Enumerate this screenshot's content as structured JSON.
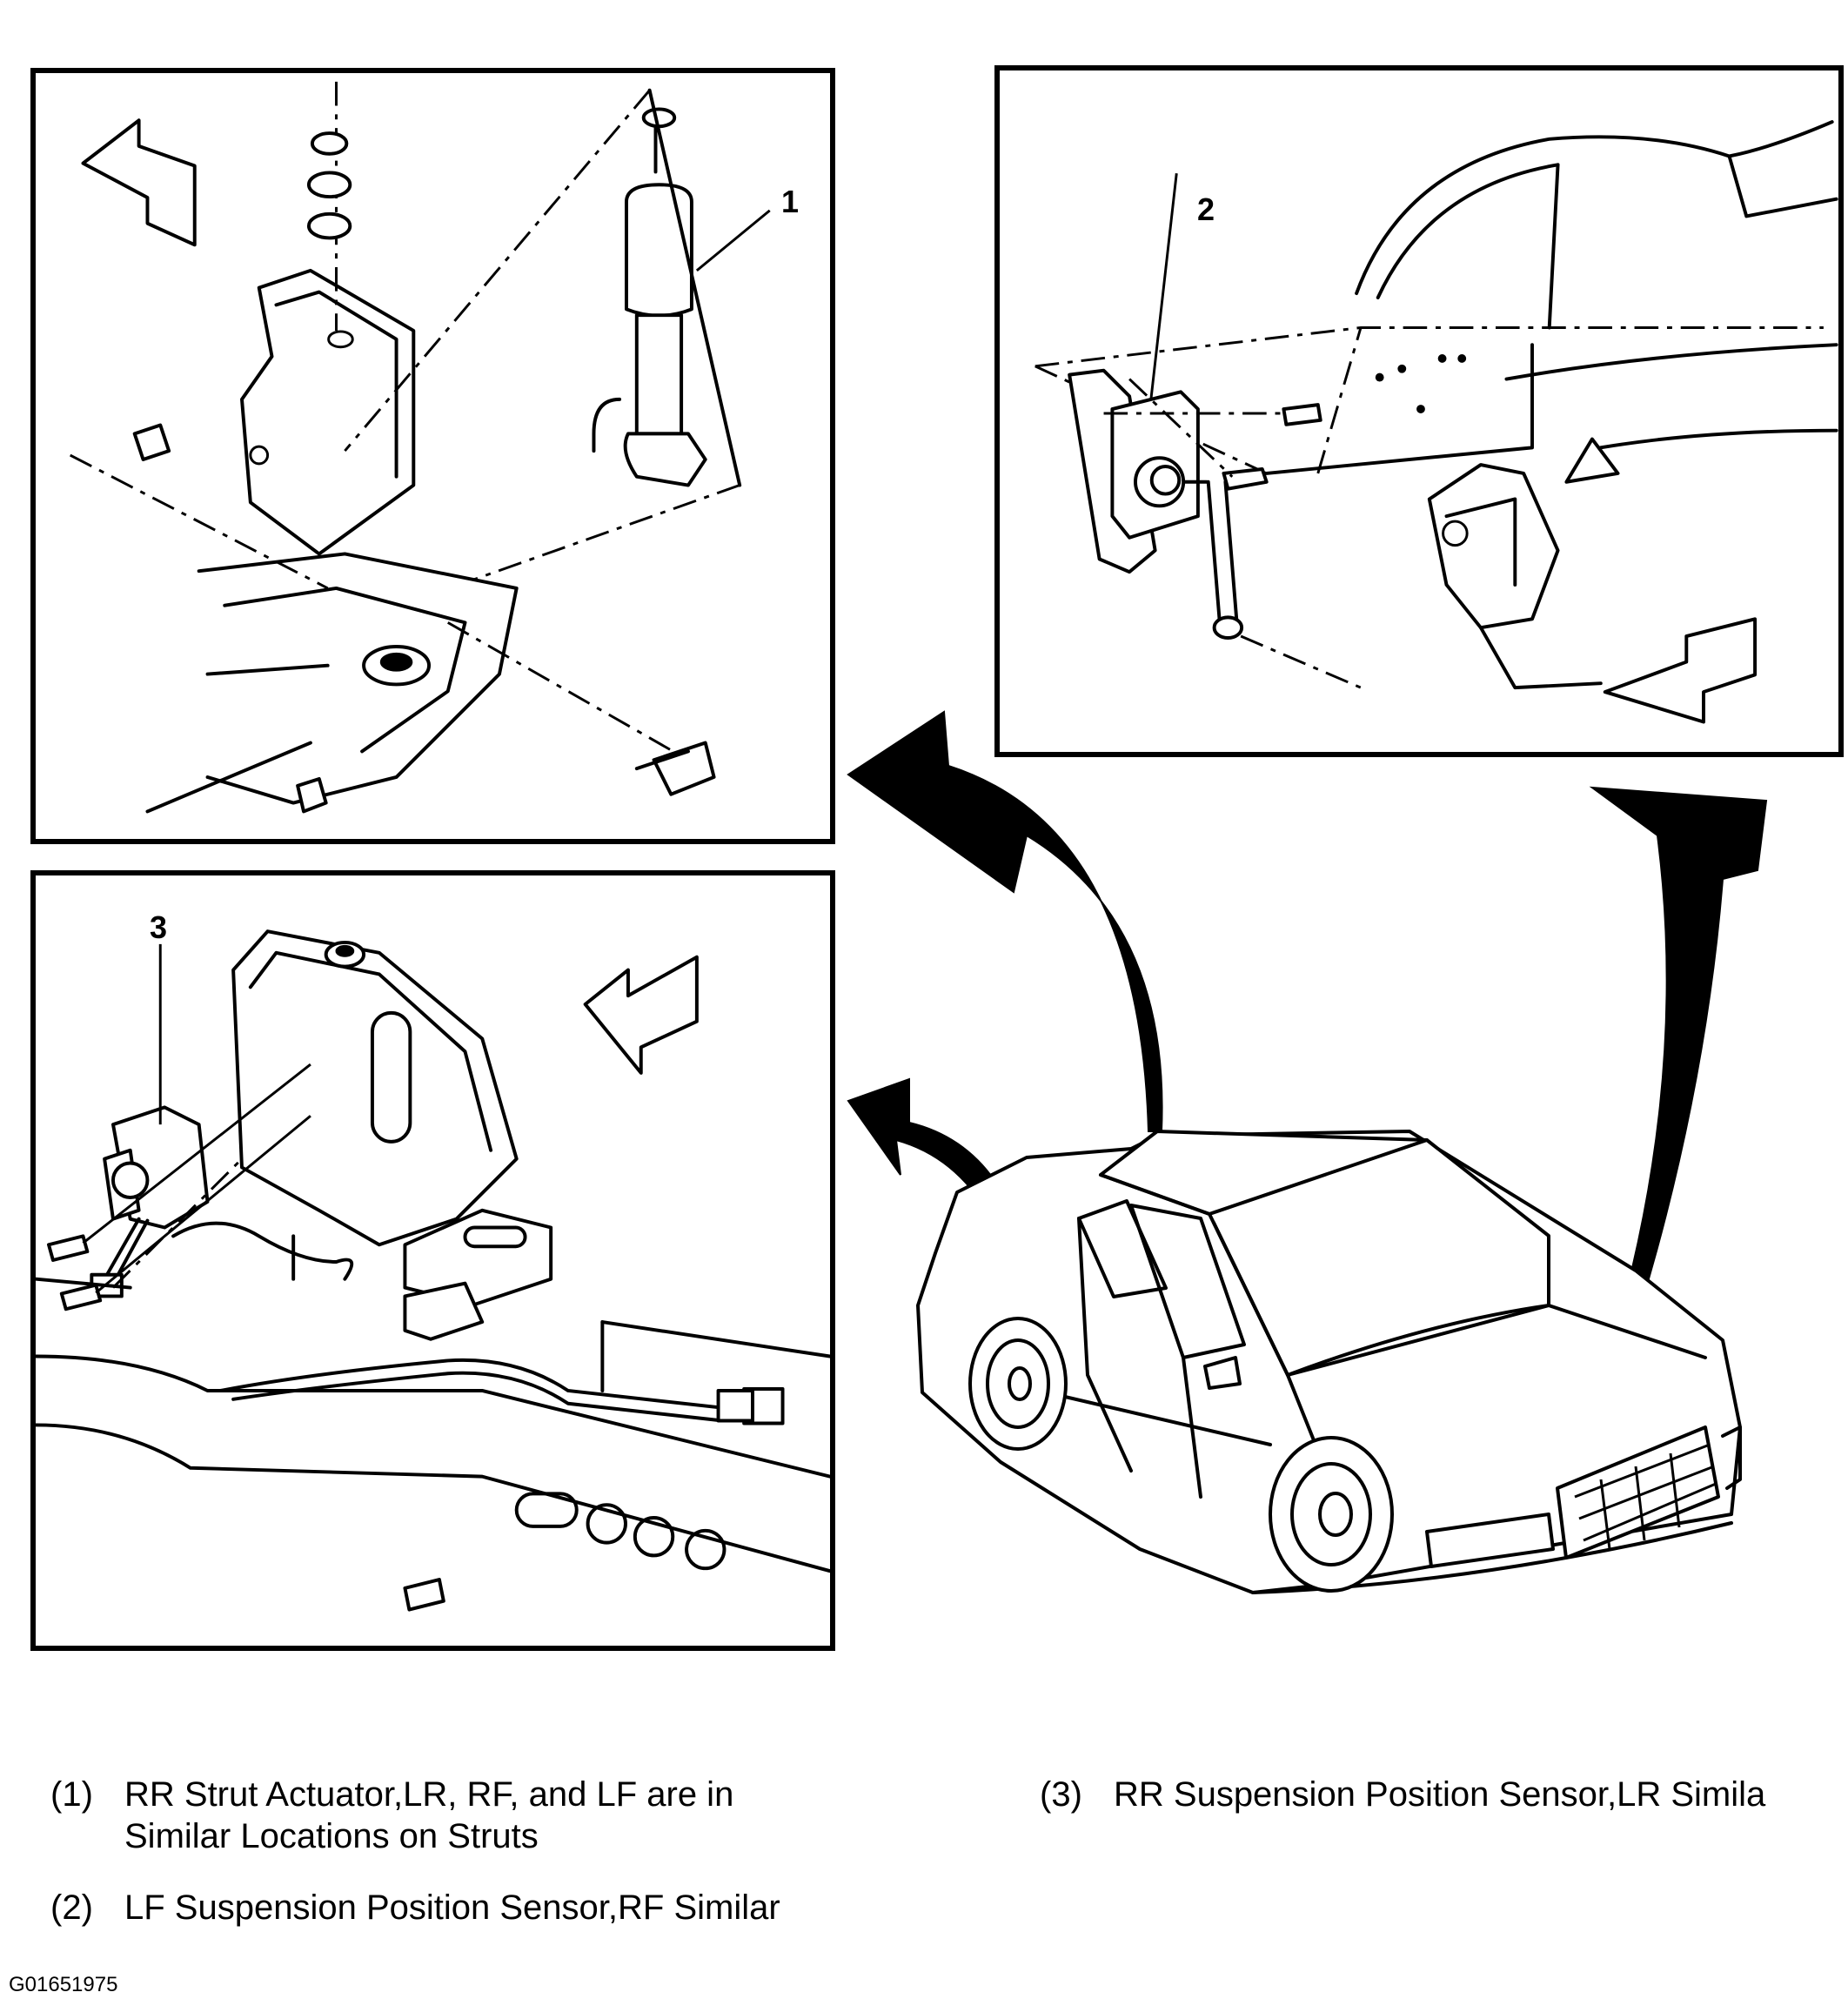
{
  "callouts": {
    "c1": "1",
    "c2": "2",
    "c3": "3"
  },
  "legend": [
    {
      "num": "(1)",
      "line1": "RR Strut Actuator,LR, RF, and LF are in",
      "line2": "Similar Locations on Struts"
    },
    {
      "num": "(2)",
      "line1": "LF Suspension Position Sensor,RF Similar"
    },
    {
      "num": "(3)",
      "line1": "RR Suspension Position Sensor,LR Simila"
    }
  ],
  "figure_id": "G01651975"
}
